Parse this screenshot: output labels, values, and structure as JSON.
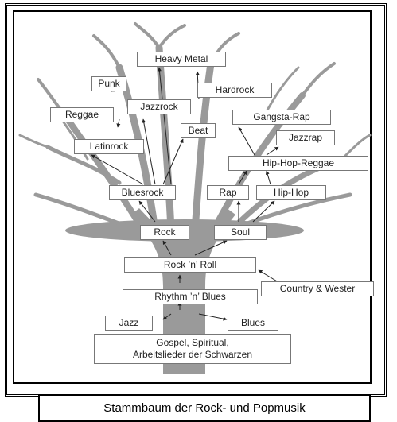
{
  "labels": {
    "heavy_metal": "Heavy Metal",
    "punk": "Punk",
    "hardrock": "Hardrock",
    "reggae": "Reggae",
    "jazzrock": "Jazzrock",
    "beat": "Beat",
    "gangsta_rap": "Gangsta-Rap",
    "latinrock": "Latinrock",
    "jazzrap": "Jazzrap",
    "hip_hop_reggae": "Hip-Hop-Reggae",
    "bluesrock": "Bluesrock",
    "rap": "Rap",
    "hip_hop": "Hip-Hop",
    "rock": "Rock",
    "soul": "Soul",
    "rock_n_roll": "Rock ’n’ Roll",
    "country": "Country & Wester",
    "rhythm_n_blues": "Rhythm ’n’ Blues",
    "jazz": "Jazz",
    "blues": "Blues",
    "roots_line1": "Gospel, Spiritual,",
    "roots_line2": "Arbeitslieder der Schwarzen"
  },
  "caption": "Stammbaum der Rock- und Popmusik",
  "colors": {
    "tree": "#9a9a9a",
    "arrow": "#222222",
    "border": "#000000"
  }
}
